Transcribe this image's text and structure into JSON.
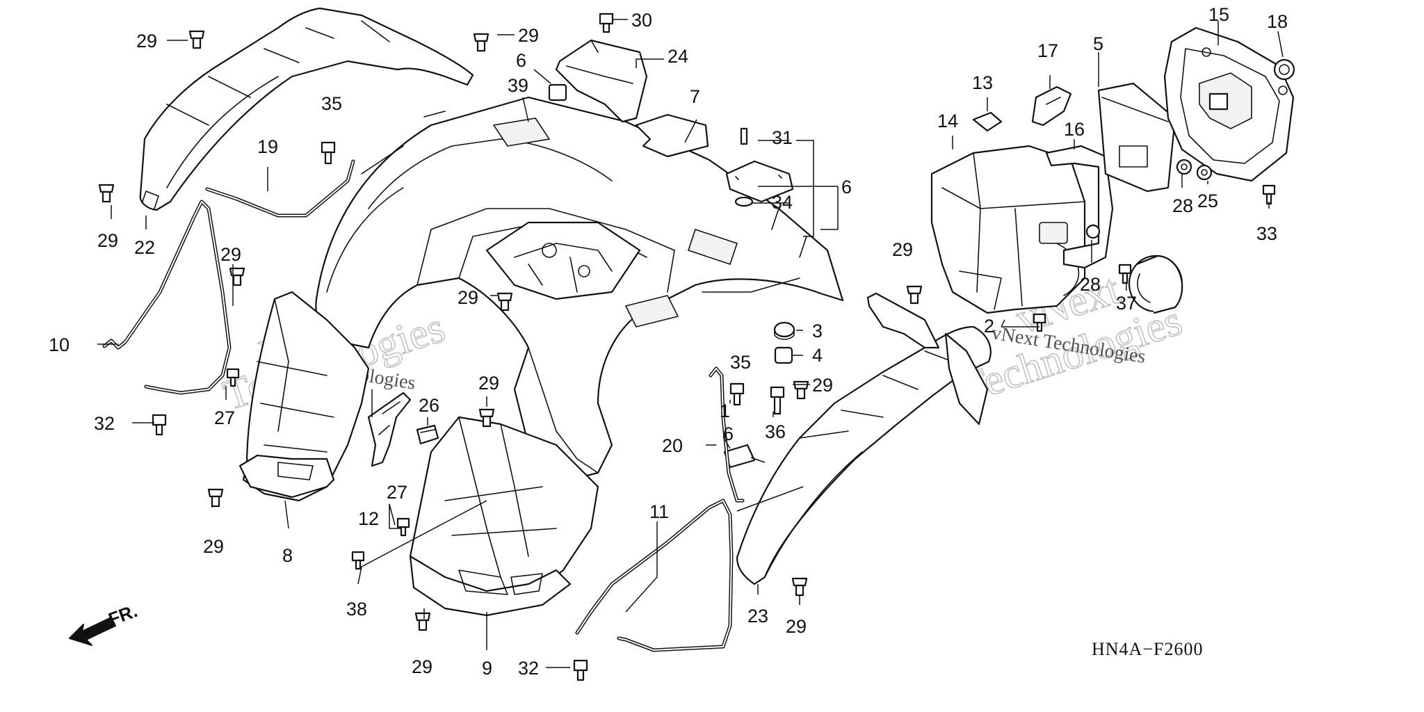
{
  "diagram": {
    "code": "HN4A−F2600",
    "front_label": "FR.",
    "watermark_name": "vNext",
    "watermark_company": "Technologies",
    "watermark_full": "vNext Technologies",
    "callouts": {
      "c1": "1",
      "c2": "2",
      "c3": "3",
      "c4": "4",
      "c5": "5",
      "c6a": "6",
      "c6b": "6",
      "c6c": "6",
      "c7": "7",
      "c8": "8",
      "c9": "9",
      "c10": "10",
      "c11": "11",
      "c12": "12",
      "c13": "13",
      "c14": "14",
      "c15": "15",
      "c16": "16",
      "c17": "17",
      "c18": "18",
      "c19": "19",
      "c20": "20",
      "c22": "22",
      "c23": "23",
      "c24": "24",
      "c25": "25",
      "c26": "26",
      "c27a": "27",
      "c27b": "27",
      "c28a": "28",
      "c28b": "28",
      "c29a": "29",
      "c29b": "29",
      "c29c": "29",
      "c29d": "29",
      "c29e": "29",
      "c29f": "29",
      "c29g": "29",
      "c29h": "29",
      "c29i": "29",
      "c29j": "29",
      "c29k": "29",
      "c30": "30",
      "c31": "31",
      "c32a": "32",
      "c32b": "32",
      "c33": "33",
      "c34": "34",
      "c35a": "35",
      "c35b": "35",
      "c36": "36",
      "c37": "37",
      "c38": "38",
      "c39": "39"
    }
  }
}
